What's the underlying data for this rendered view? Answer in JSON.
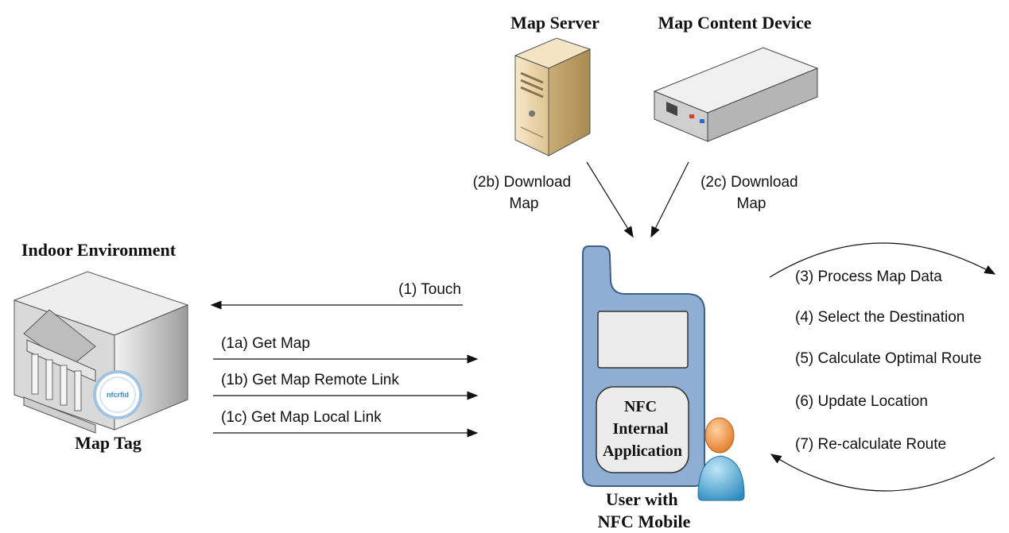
{
  "nodes": {
    "map_server": {
      "label": "Map Server"
    },
    "map_content_device": {
      "label": "Map Content Device"
    },
    "indoor_environment": {
      "label": "Indoor Environment"
    },
    "map_tag": {
      "label": "Map Tag"
    },
    "tag_badge": {
      "text": "nfcrfid"
    },
    "phone": {
      "screen_label_lines": [
        "NFC",
        "Internal",
        "Application"
      ],
      "caption_lines": [
        "User with",
        "NFC Mobile"
      ]
    }
  },
  "edges": {
    "download_2b": {
      "lines": [
        "(2b) Download",
        "Map"
      ]
    },
    "download_2c": {
      "lines": [
        "(2c) Download",
        "Map"
      ]
    },
    "touch": {
      "label": "(1) Touch"
    },
    "get_map": {
      "label": "(1a) Get Map"
    },
    "get_remote": {
      "label": "(1b) Get Map Remote Link"
    },
    "get_local": {
      "label": "(1c) Get Map Local Link"
    }
  },
  "steps": [
    "(3) Process Map Data",
    "(4) Select the Destination",
    "(5) Calculate Optimal Route",
    "(6) Update Location",
    "(7) Re-calculate Route"
  ],
  "colors": {
    "phone_body": "#8eaed3",
    "phone_outline": "#3f5f87",
    "server_beige": "#e9d6ad",
    "device_gray": "#d9d9d9",
    "person_head": "#f0a055",
    "person_body": "#5fb0d8"
  }
}
